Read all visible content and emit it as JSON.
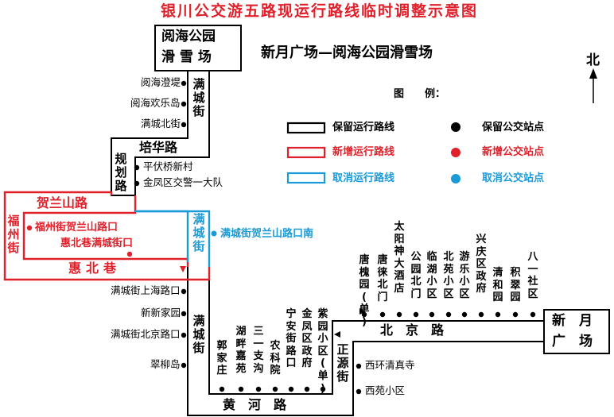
{
  "title": "银川公交游五路现运行路线临时调整示意图",
  "subtitle": "新月广场—阅海公园滑雪场",
  "north": "北",
  "terminal_top": {
    "line1": "阅海公园",
    "line2": "滑 雪 场"
  },
  "terminal_right": {
    "line1": "新　月",
    "line2": "广　场"
  },
  "legend": {
    "heading": "图　　例：",
    "keep_route": "保留运行路线",
    "new_route": "新增运行路线",
    "cancel_route": "取消运行路线",
    "keep_stop": "保留公交站点",
    "new_stop": "新增公交站点",
    "cancel_stop": "取消公交站点"
  },
  "colors": {
    "keep": "#000000",
    "new": "#e0202a",
    "cancel": "#1a9bd8"
  },
  "roads": {
    "manchengjie_top": "满城街",
    "peihualu": "培华路",
    "guihualu": "规划路",
    "helanshanlu": "贺兰山路",
    "fuzhoujie": "福州街",
    "huibeixiang": "惠北巷",
    "manchengjie_mid": "满城街",
    "manchengjie_low": "满城街",
    "beijinglu": "北　京　路",
    "huanghelu": "黄　河　路",
    "zhengyuanjie": "正源街"
  },
  "stops": {
    "yuehai_chengdi": "阅海澄堤",
    "yuehai_huanledao": "阅海欢乐岛",
    "mancheng_beijie": "满城北街",
    "pingfuqiao": "平伏桥新村",
    "jinfeng_jiaojing": "金凤区交警一大队",
    "fuzhou_helanshan": "福州街贺兰山路口",
    "huibei_mancheng": "惠北巷满城街口",
    "mancheng_helanshan_nan": "满城街贺兰山路口南",
    "mancheng_shanghai": "满城街上海路口",
    "xinxinjiayuan": "新新家园",
    "mancheng_beijing": "满城街北京路口",
    "cuiliudao": "翠柳岛",
    "guojiazhuang": "郭家庄",
    "hupanjiayuan": "湖畔嘉苑",
    "sanyizhigou": "三一支沟",
    "nongkeyuan": "农科院",
    "ningan_jie": "宁安街路口",
    "jinfeng_zhengfu": "金凤区政府",
    "ziyuan_xiaoqu": "紫园小区(单)",
    "tanghuaiyuan": "唐槐园(单)",
    "tanglai_beimen": "唐徕北门",
    "taiyang_shenzhou": "太阳神大酒店",
    "gongyuan_beimen": "公园北门",
    "linhu_xiaoqu": "临湖小区",
    "beiyuan_xiaoqu": "北苑小区",
    "youle_xiaoqu": "游乐小区",
    "xingqing_zhengfu": "兴庆区政府",
    "qinghe_yuan": "清和园",
    "jicui_yuan": "积翠园",
    "bayi_shequ": "八一社区",
    "xihuan_qingzhensi": "西环清真寺",
    "xiyuan_xiaoqu": "西苑小区"
  }
}
